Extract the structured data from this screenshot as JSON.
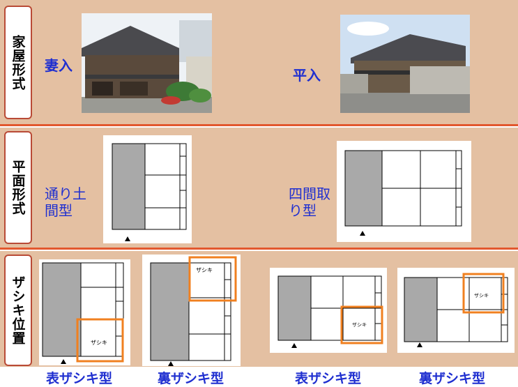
{
  "rows": {
    "house_form": {
      "label": "家屋形式",
      "left_text": "妻入",
      "right_text": "平入"
    },
    "plan_form": {
      "label": "平面形式",
      "left_text_1": "通り土",
      "left_text_2": "間型",
      "right_text_1": "四間取",
      "right_text_2": "り型"
    },
    "zashiki": {
      "label": "ザシキ位置"
    }
  },
  "zashiki_box_label": "ザシキ",
  "captions": [
    "表ザシキ型",
    "裏ザシキ型",
    "表ザシキ型",
    "裏ザシキ型"
  ],
  "colors": {
    "band": "#e4c0a2",
    "rule": "#e2582e",
    "text_blue": "#1f2fd0",
    "highlight": "#f08020",
    "earth_floor": "#a9a9a9"
  }
}
